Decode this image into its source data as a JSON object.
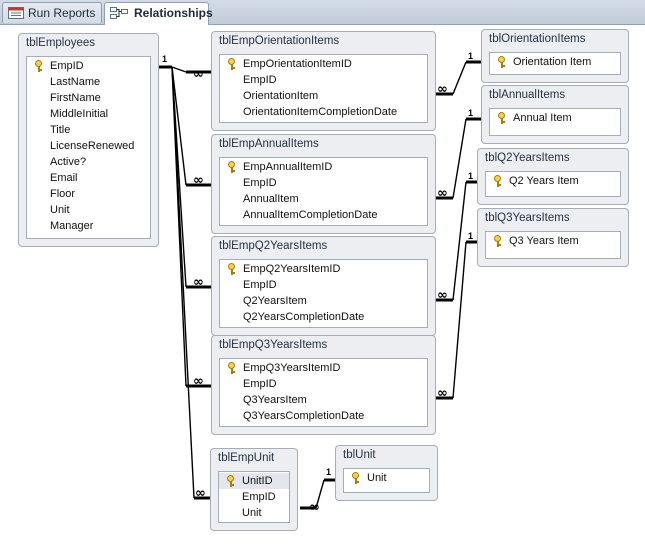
{
  "tabs": [
    {
      "label": "Run Reports",
      "icon": "report-icon",
      "active": false
    },
    {
      "label": "Relationships",
      "icon": "relationships-icon",
      "active": true
    }
  ],
  "tables": [
    {
      "id": "tblEmployees",
      "name": "tblEmployees",
      "fields": [
        {
          "name": "EmpID",
          "pk": true
        },
        {
          "name": "LastName"
        },
        {
          "name": "FirstName"
        },
        {
          "name": "MiddleInitial"
        },
        {
          "name": "Title"
        },
        {
          "name": "LicenseRenewed"
        },
        {
          "name": "Active?"
        },
        {
          "name": "Email"
        },
        {
          "name": "Floor"
        },
        {
          "name": "Unit"
        },
        {
          "name": "Manager"
        }
      ]
    },
    {
      "id": "tblEmpOrientationItems",
      "name": "tblEmpOrientationItems",
      "fields": [
        {
          "name": "EmpOrientationItemID",
          "pk": true
        },
        {
          "name": "EmpID"
        },
        {
          "name": "OrientationItem"
        },
        {
          "name": "OrientationItemCompletionDate"
        }
      ]
    },
    {
      "id": "tblEmpAnnualItems",
      "name": "tblEmpAnnualItems",
      "fields": [
        {
          "name": "EmpAnnualItemID",
          "pk": true
        },
        {
          "name": "EmpID"
        },
        {
          "name": "AnnualItem"
        },
        {
          "name": "AnnualItemCompletionDate"
        }
      ]
    },
    {
      "id": "tblEmpQ2YearsItems",
      "name": "tblEmpQ2YearsItems",
      "fields": [
        {
          "name": "EmpQ2YearsItemID",
          "pk": true
        },
        {
          "name": "EmpID"
        },
        {
          "name": "Q2YearsItem"
        },
        {
          "name": "Q2YearsCompletionDate"
        }
      ]
    },
    {
      "id": "tblEmpQ3YearsItems",
      "name": "tblEmpQ3YearsItems",
      "fields": [
        {
          "name": "EmpQ3YearsItemID",
          "pk": true
        },
        {
          "name": "EmpID"
        },
        {
          "name": "Q3YearsItem"
        },
        {
          "name": "Q3YearsCompletionDate"
        }
      ]
    },
    {
      "id": "tblOrientationItems",
      "name": "tblOrientationItems",
      "fields": [
        {
          "name": "Orientation Item",
          "pk": true
        }
      ]
    },
    {
      "id": "tblAnnualItems",
      "name": "tblAnnualItems",
      "fields": [
        {
          "name": "Annual Item",
          "pk": true
        }
      ]
    },
    {
      "id": "tblQ2YearsItems",
      "name": "tblQ2YearsItems",
      "fields": [
        {
          "name": "Q2 Years Item",
          "pk": true
        }
      ]
    },
    {
      "id": "tblQ3YearsItems",
      "name": "tblQ3YearsItems",
      "fields": [
        {
          "name": "Q3 Years Item",
          "pk": true
        }
      ]
    },
    {
      "id": "tblEmpUnit",
      "name": "tblEmpUnit",
      "fields": [
        {
          "name": "UnitID",
          "pk": true,
          "selected": true
        },
        {
          "name": "EmpID"
        },
        {
          "name": "Unit"
        }
      ]
    },
    {
      "id": "tblUnit",
      "name": "tblUnit",
      "fields": [
        {
          "name": "Unit",
          "pk": true
        }
      ]
    }
  ],
  "cardinality": {
    "one": "1",
    "many": "∞"
  },
  "colors": {
    "line": "#000000",
    "key": "#f4d34a",
    "tabbar": "#c2ccd9",
    "table_bg": "#eceef2"
  }
}
